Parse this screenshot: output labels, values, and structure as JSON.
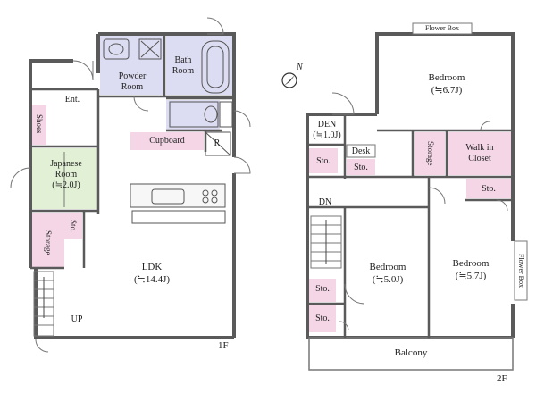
{
  "floor1": {
    "label": "1F",
    "rooms": {
      "powder": "Powder\nRoom",
      "bath": "Bath\nRoom",
      "ent": "Ent.",
      "shoes": "Shoes",
      "cupboard": "Cupboard",
      "refrigerator": "R",
      "japanese": "Japanese\nRoom\n(≒2.0J)",
      "storage": "Storage",
      "sto": "Sto.",
      "ldk": "LDK\n(≒14.4J)",
      "up": "UP"
    }
  },
  "floor2": {
    "label": "2F",
    "rooms": {
      "flower_box_top": "Flower Box",
      "flower_box_side": "Flower Box",
      "bedroom_main": "Bedroom\n(≒6.7J)",
      "den": "DEN\n(≒1.0J)",
      "desk": "Desk",
      "sto_den_left": "Sto.",
      "sto_den_right": "Sto.",
      "storage": "Storage",
      "walk_in": "Walk in\nCloset",
      "sto_walk": "Sto.",
      "dn": "DN",
      "bedroom_mid": "Bedroom\n(≒5.0J)",
      "bedroom_right": "Bedroom\n(≒5.7J)",
      "sto_lower1": "Sto.",
      "sto_lower2": "Sto.",
      "balcony": "Balcony"
    }
  },
  "compass": {
    "label": "N"
  },
  "colors": {
    "wet_area": "#dcdcf2",
    "storage": "#f4d6e6",
    "tatami": "#e2f0d6",
    "wall": "#5a5a5a"
  }
}
